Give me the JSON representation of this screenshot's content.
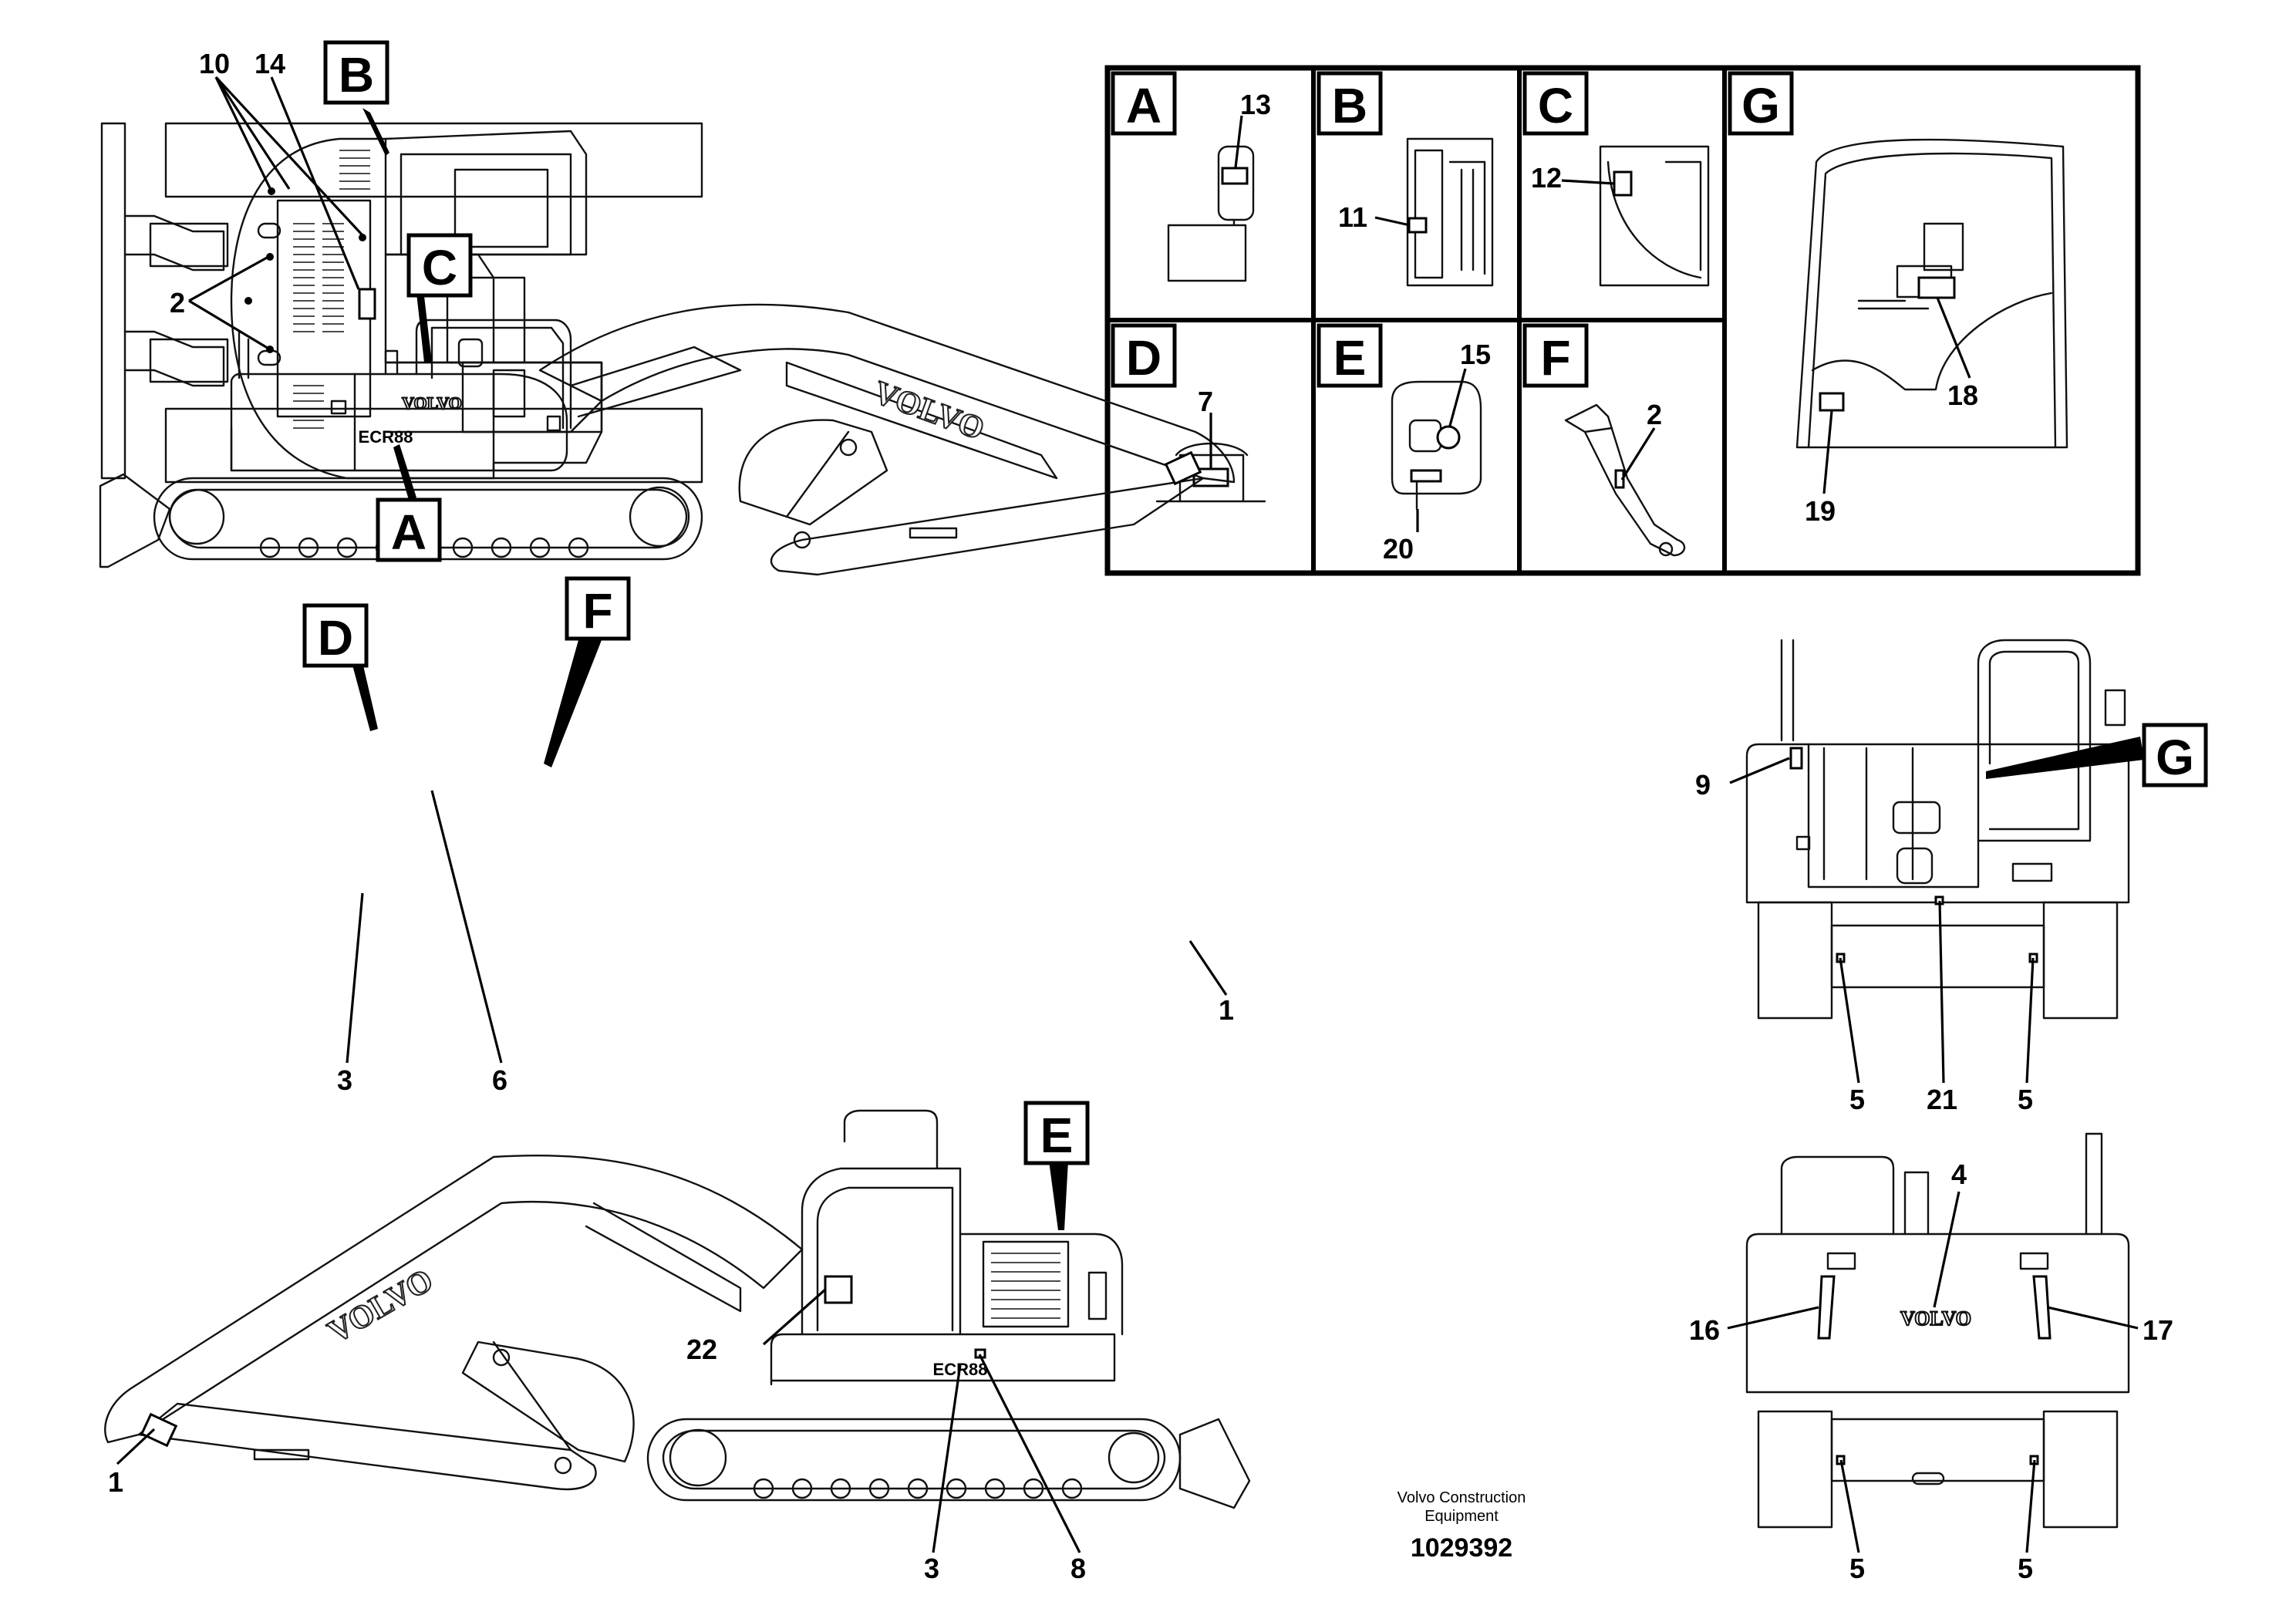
{
  "views": {
    "A": "A",
    "B": "B",
    "C": "C",
    "D": "D",
    "E": "E",
    "F": "F",
    "G": "G"
  },
  "inset_labels": [
    "A",
    "B",
    "C",
    "G",
    "D",
    "E",
    "F"
  ],
  "numbers": {
    "top_10": "10",
    "top_14": "14",
    "top_2": "2",
    "inset_13": "13",
    "inset_11": "11",
    "inset_12": "12",
    "inset_7": "7",
    "inset_15": "15",
    "inset_20": "20",
    "inset_2": "2",
    "inset_18": "18",
    "inset_19": "19",
    "side1_1": "1",
    "side1_3": "3",
    "side1_6": "6",
    "side2_22": "22",
    "side2_1": "1",
    "side2_3": "3",
    "side2_8": "8",
    "rear_9": "9",
    "rear_5a": "5",
    "rear_21": "21",
    "rear_5b": "5",
    "front_4": "4",
    "front_16": "16",
    "front_17": "17",
    "front_5a": "5",
    "front_5b": "5"
  },
  "decal_text": {
    "brand": "VOLVO",
    "model": "ECR88"
  },
  "footer": {
    "line1": "Volvo Construction",
    "line2": "Equipment",
    "doc_number": "1029392"
  }
}
